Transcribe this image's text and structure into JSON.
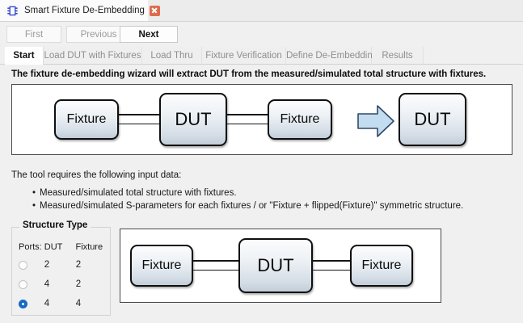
{
  "window": {
    "icon": "ic-chip-icon",
    "title": "Smart Fixture De-Embedding",
    "close_label": "close-icon"
  },
  "nav": {
    "first": "First",
    "previous": "Previous",
    "next": "Next"
  },
  "tabs": [
    {
      "label": "Start",
      "active": true
    },
    {
      "label": "Load DUT with Fixtures",
      "active": false
    },
    {
      "label": "Load Thru",
      "active": false
    },
    {
      "label": "Fixture Verification",
      "active": false
    },
    {
      "label": "Define De-Embedding",
      "active": false
    },
    {
      "label": "Results",
      "active": false
    }
  ],
  "headline": "The fixture de-embedding wizard will extract DUT from the measured/simulated total structure with fixtures.",
  "diagram_top": {
    "block_fixture_left": "Fixture",
    "block_dut_center": "DUT",
    "block_fixture_right": "Fixture",
    "arrow": "right-arrow-icon",
    "block_dut_result": "DUT"
  },
  "intro_text": "The tool requires the following input data:",
  "bullets": [
    "Measured/simulated total structure with fixtures.",
    "Measured/simulated S-parameters for each fixtures / or \"Fixture + flipped(Fixture)\" symmetric structure."
  ],
  "structure_type": {
    "title": "Structure Type",
    "header_ports": "Ports:",
    "header_dut": "DUT",
    "header_fixture": "Fixture",
    "options": [
      {
        "dut": "2",
        "fixture": "2",
        "selected": false
      },
      {
        "dut": "4",
        "fixture": "2",
        "selected": false
      },
      {
        "dut": "4",
        "fixture": "4",
        "selected": true
      }
    ]
  },
  "diagram_bottom": {
    "block_fixture_left": "Fixture",
    "block_dut": "DUT",
    "block_fixture_right": "Fixture"
  },
  "colors": {
    "accent_blue": "#1668c8",
    "close_orange": "#de6b4e",
    "arrow_fill": "#c4dcef",
    "arrow_stroke": "#2e4a66",
    "background": "#f0f0f0"
  }
}
